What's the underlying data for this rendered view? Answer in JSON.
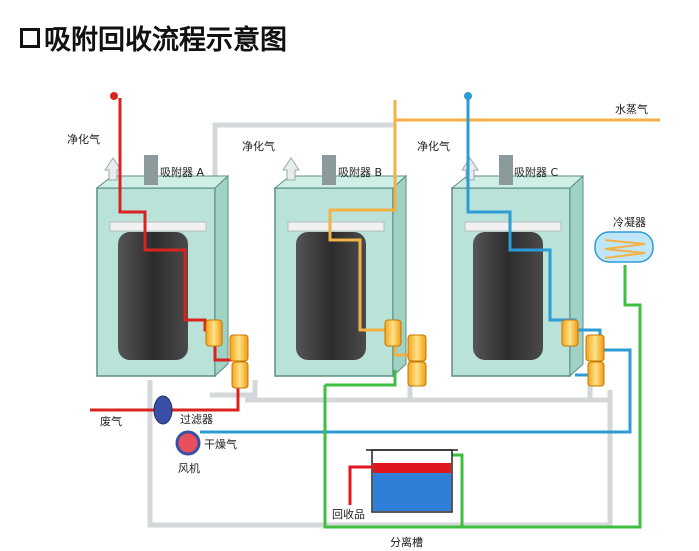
{
  "title": "吸附回收流程示意图",
  "labels": {
    "purified_gas_a": "净化气",
    "purified_gas_b": "净化气",
    "purified_gas_c": "净化气",
    "adsorber_a": "吸附器 A",
    "adsorber_b": "吸附器 B",
    "adsorber_c": "吸附器 C",
    "steam": "水蒸气",
    "condenser": "冷凝器",
    "waste_gas": "废气",
    "filter": "过滤器",
    "dry_gas": "干燥气",
    "fan": "风机",
    "recovered_product": "回收品",
    "separation_tank": "分离槽"
  },
  "colors": {
    "waste_gas_line": "#d9231f",
    "steam_line": "#f2b245",
    "dry_gas_line": "#2d9bd6",
    "condensate_line": "#3fbf3f",
    "vent_line": "#d5d8da",
    "vessel_fill": "#b9e2d8",
    "vessel_border": "#5c8f84",
    "carbon_bed": "#3a3a3a",
    "tank_water": "#2f7fd8",
    "tank_product": "#e0161e"
  }
}
